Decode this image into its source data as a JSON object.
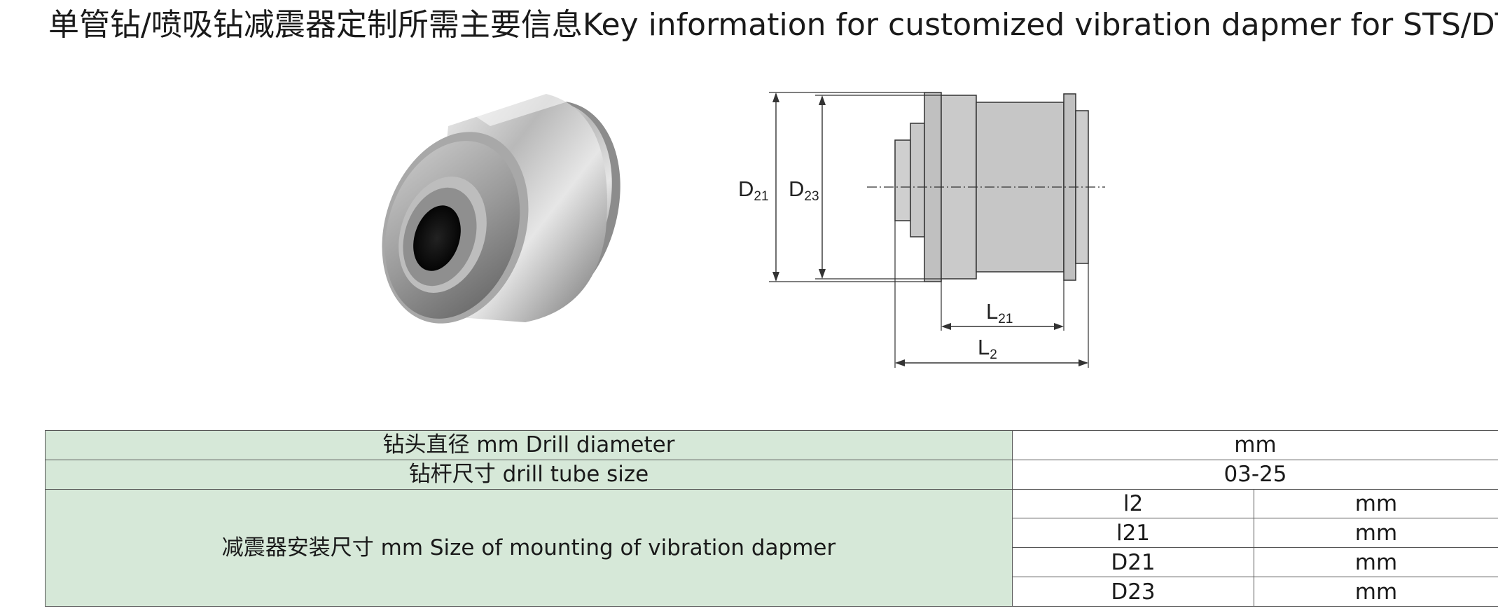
{
  "title": "单管钻/喷吸钻减震器定制所需主要信息Key information for customized vibration dapmer for STS/DTS",
  "drawing": {
    "labels": {
      "d21_main": "D",
      "d21_sub": "21",
      "d23_main": "D",
      "d23_sub": "23",
      "l21_main": "L",
      "l21_sub": "21",
      "l2_main": "L",
      "l2_sub": "2"
    }
  },
  "table": {
    "rows": [
      {
        "label": "钻头直径 mm Drill diameter",
        "value": "mm"
      },
      {
        "label": "钻杆尺寸 drill tube size",
        "value": "03-25"
      }
    ],
    "mounting": {
      "label": "减震器安装尺寸 mm Size of mounting of vibration dapmer",
      "items": [
        {
          "name": "l2",
          "unit": "mm"
        },
        {
          "name": "l21",
          "unit": "mm"
        },
        {
          "name": "D21",
          "unit": "mm"
        },
        {
          "name": "D23",
          "unit": "mm"
        }
      ]
    }
  }
}
